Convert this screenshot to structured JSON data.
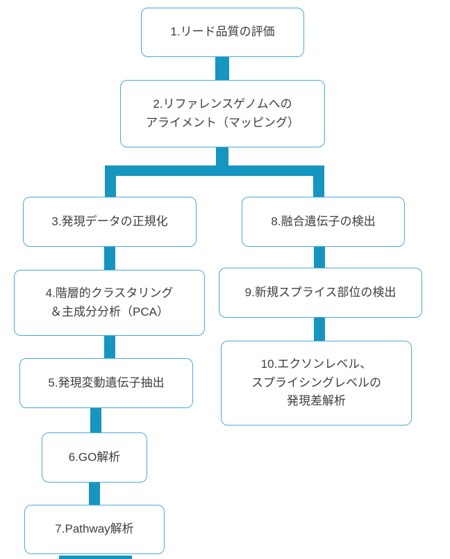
{
  "colors": {
    "connector": "#1596C1",
    "box_border": "#47A9D5",
    "text": "#3E3E3E",
    "bg": "#FFFFFF"
  },
  "flowchart": {
    "type": "vertical flow with branch after step 2",
    "boxes": [
      {
        "id": 1,
        "label": "1.リード品質の評価"
      },
      {
        "id": 2,
        "label": "2.リファレンスゲノムへの\nアライメント（マッピング）"
      },
      {
        "id": 3,
        "label": "3.発現データの正規化"
      },
      {
        "id": 4,
        "label": "4.階層的クラスタリング\n＆主成分分析（PCA）"
      },
      {
        "id": 5,
        "label": "5.発現変動遺伝子抽出"
      },
      {
        "id": 6,
        "label": "6.GO解析"
      },
      {
        "id": 7,
        "label": "7.Pathway解析"
      },
      {
        "id": 8,
        "label": "8.融合遺伝子の検出"
      },
      {
        "id": 9,
        "label": "9.新規スプライス部位の検出"
      },
      {
        "id": 10,
        "label": "10.エクソンレベル、\nスプライシングレベルの\n発現差解析"
      }
    ],
    "edges": [
      "1→2",
      "2→branch",
      "branch→3",
      "branch→8",
      "3→4",
      "4→5",
      "5→6",
      "6→7",
      "7→(cut off at bottom)",
      "8→9",
      "9→10"
    ]
  }
}
